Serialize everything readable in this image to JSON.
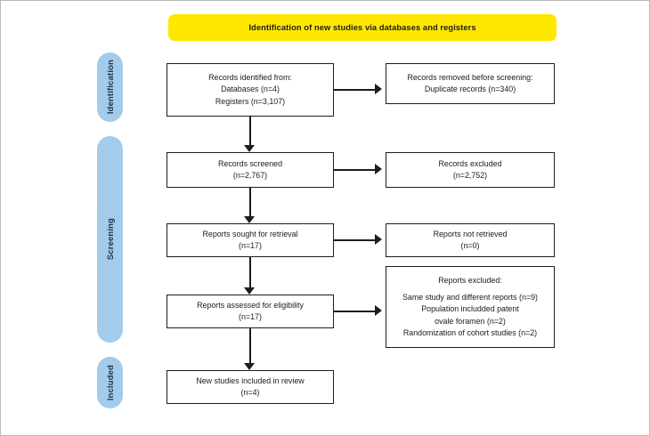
{
  "diagram": {
    "title": "Identification of new studies via databases and registers",
    "stages": [
      {
        "label": "Identification"
      },
      {
        "label": "Screening"
      },
      {
        "label": "Included"
      }
    ],
    "colors": {
      "banner": "#FFE800",
      "stage_pill": "#A2CBEC",
      "box_border": "#1D1D1D",
      "text": "#1B1B1B",
      "frame": "#B9B9B9"
    },
    "boxes": {
      "records_identified": {
        "line1": "Records identified from:",
        "line2": "Databases (n=4)",
        "line3": "Registers (n=3,107)"
      },
      "records_removed": {
        "line1": "Records removed before screening:",
        "line2": "Duplicate records (n=340)"
      },
      "records_screened": {
        "line1": "Records screened",
        "line2": "(n=2,767)"
      },
      "records_excluded": {
        "line1": "Records excluded",
        "line2": "(n=2,752)"
      },
      "reports_sought": {
        "line1": "Reports sought for retrieval",
        "line2": "(n=17)"
      },
      "reports_not_retrieved": {
        "line1": "Reports not retrieved",
        "line2": "(n=0)"
      },
      "reports_assessed": {
        "line1": "Reports assessed for eligibility",
        "line2": "(n=17)"
      },
      "reports_excluded": {
        "line1": "Reports excluded:",
        "line2": "Same study and different reports (n=9)",
        "line3": "Population includded patent",
        "line4": "ovale foramen (n=2)",
        "line5": "Randomization of cohort studies (n=2)"
      },
      "new_studies_included": {
        "line1": "New studies included in review",
        "line2": "(n=4)"
      }
    }
  }
}
